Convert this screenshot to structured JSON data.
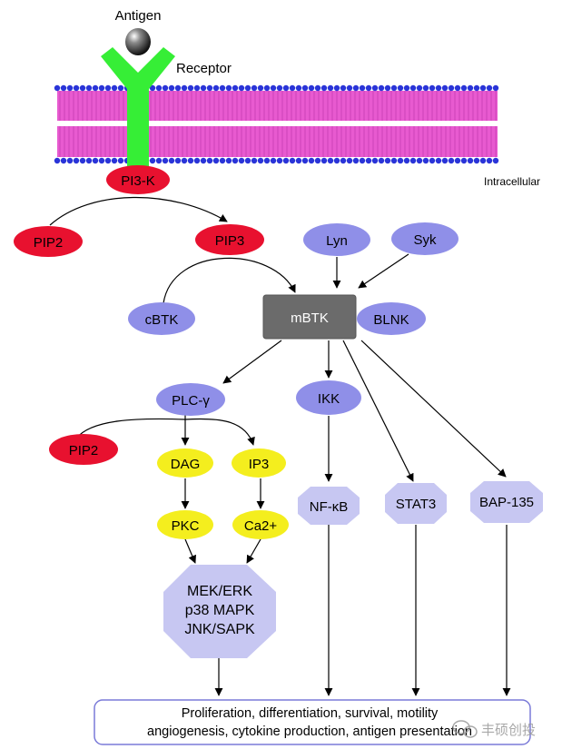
{
  "colors": {
    "membrane": "#e85ad0",
    "lipid_head": "#2a34d8",
    "receptor": "#36ee36",
    "red_node": "#e8112f",
    "blue_node": "#8f8fe8",
    "light_node": "#c7c7f2",
    "yellow_node": "#f4ee1e",
    "gray_node": "#6b6b6b",
    "outcome_border": "#7a7ad8"
  },
  "labels": {
    "antigen": "Antigen",
    "receptor": "Receptor",
    "intracellular": "Intracellular"
  },
  "nodes": {
    "pi3k": "PI3-K",
    "pip2_top": "PIP2",
    "pip3": "PIP3",
    "lyn": "Lyn",
    "syk": "Syk",
    "cbtk": "cBTK",
    "mbtk": "mBTK",
    "blnk": "BLNK",
    "plc": "PLC-γ",
    "ikk": "IKK",
    "pip2_bottom": "PIP2",
    "dag": "DAG",
    "ip3": "IP3",
    "pkc": "PKC",
    "ca": "Ca2+",
    "nfkb": "NF-κB",
    "stat3": "STAT3",
    "bap": "BAP-135",
    "mapk": [
      "MEK/ERK",
      "p38 MAPK",
      "JNK/SAPK"
    ]
  },
  "outcome": [
    "Proliferation, differentiation, survival, motility",
    "angiogenesis, cytokine production, antigen presentation"
  ],
  "watermark": "丰硕创投"
}
